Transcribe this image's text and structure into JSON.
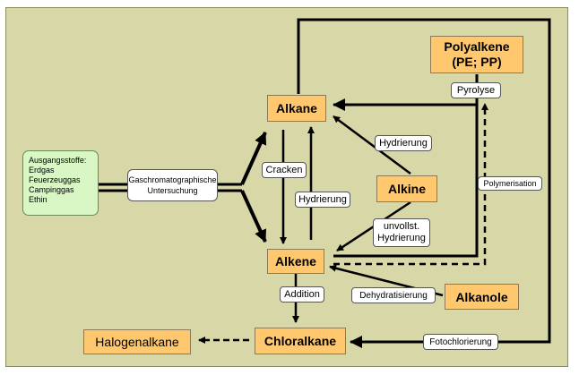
{
  "nodes": {
    "alkane": "Alkane",
    "alkene": "Alkene",
    "alkine": "Alkine",
    "alkanole": "Alkanole",
    "chloralkane": "Chloralkane",
    "halogenalkane": "Halogenalkane",
    "polyalkene": "Polyalkene\n(PE; PP)",
    "ausgangsstoffe": "Ausgangsstoffe:\nErdgas\nFeuerzeuggas\nCampinggas\nEthin"
  },
  "edge_labels": {
    "gaschromatographie": "Gaschromatographische\nUntersuchung",
    "cracken": "Cracken",
    "hydrierung_left": "Hydrierung",
    "hydrierung_alkine": "Hydrierung",
    "unvollst_hydrierung": "unvollst.\nHydrierung",
    "pyrolyse": "Pyrolyse",
    "polymerisation": "Polymerisation",
    "addition": "Addition",
    "dehydratisierung": "Dehydratisierung",
    "fotochlorierung": "Fotochlorierung"
  },
  "colors": {
    "background": "#d7d7a8",
    "substance_box": "#ffc86e",
    "start_box": "#d8f7c4",
    "label_box": "#ffffff",
    "arrow": "#000000"
  }
}
